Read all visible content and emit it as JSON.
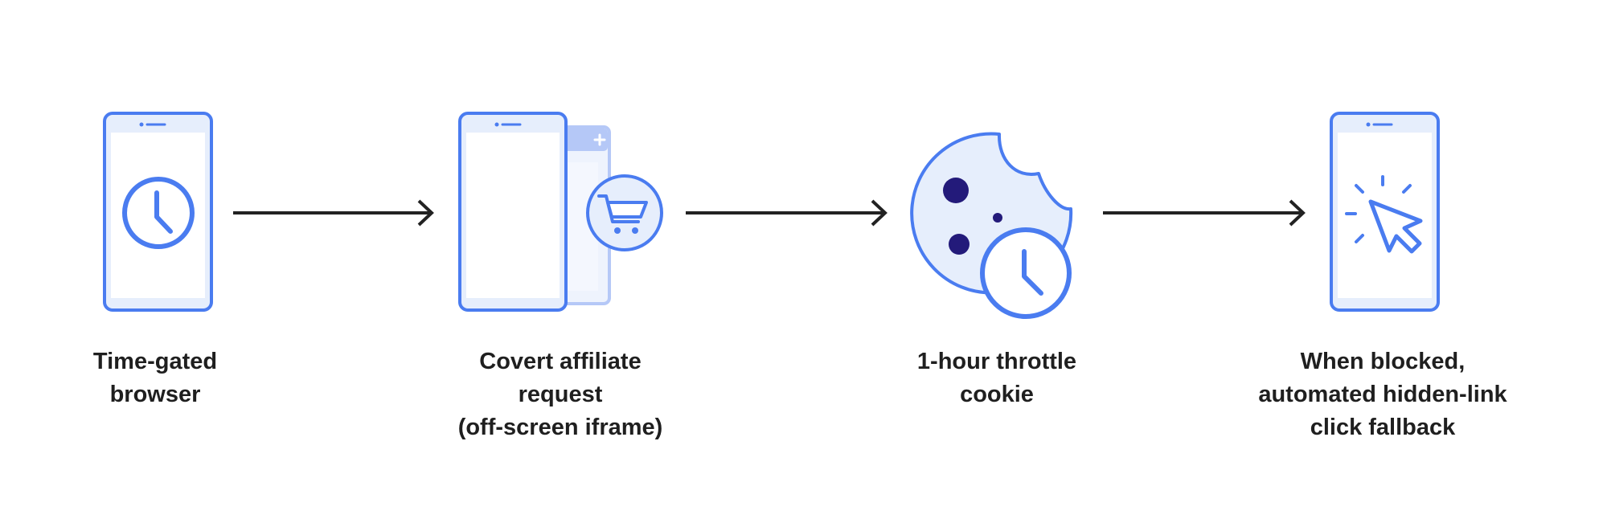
{
  "colors": {
    "stroke": "#4a7cf0",
    "fill_light": "#e6eefc",
    "fill_lighter": "#eef3fd",
    "screen_white": "#ffffff",
    "dark_dot": "#231a7a",
    "arrow": "#222222",
    "text": "#1f1f1f"
  },
  "steps": [
    {
      "icon": "phone-clock-icon",
      "label_lines": [
        "Time-gated",
        "browser"
      ]
    },
    {
      "icon": "phone-cart-icon",
      "label_lines": [
        "Covert affiliate",
        "request",
        "(off-screen iframe)"
      ]
    },
    {
      "icon": "cookie-clock-icon",
      "label_lines": [
        "1-hour throttle",
        "cookie"
      ]
    },
    {
      "icon": "phone-cursor-click-icon",
      "label_lines": [
        "When blocked,",
        "automated hidden-link",
        "click fallback"
      ]
    }
  ]
}
